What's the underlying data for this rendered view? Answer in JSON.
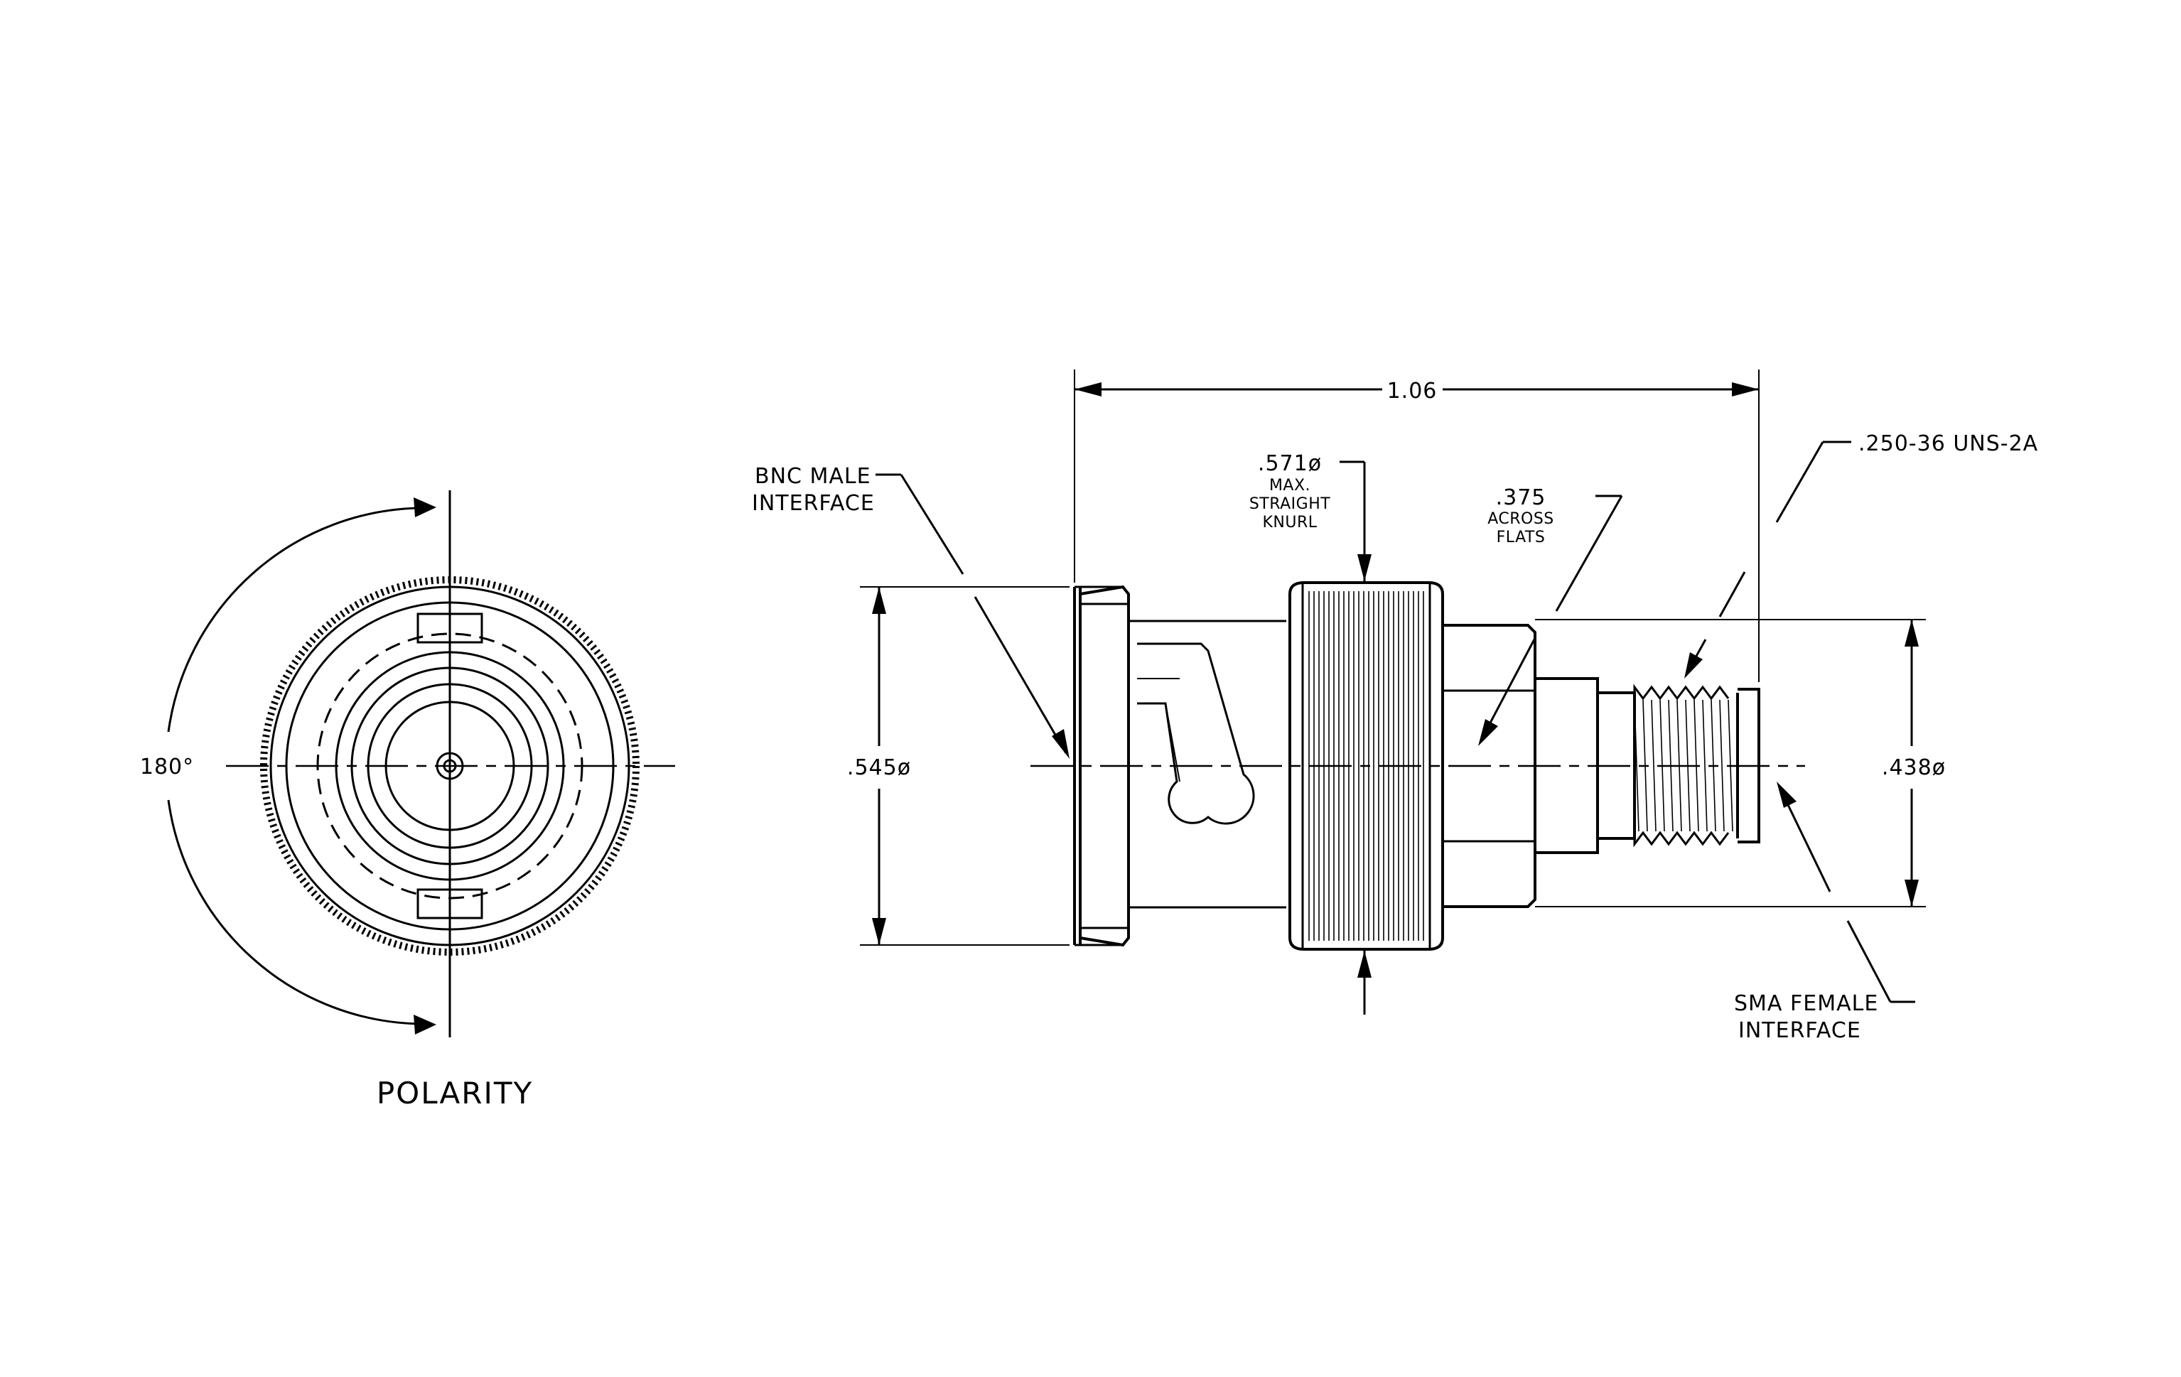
{
  "front_view": {
    "angle_label": "180°",
    "title": "POLARITY"
  },
  "side_view": {
    "overall_length": "1.06",
    "bnc_label_line1": "BNC MALE",
    "bnc_label_line2": "INTERFACE",
    "knurl_dim": ".571ø",
    "knurl_note_line1": "MAX.",
    "knurl_note_line2": "STRAIGHT",
    "knurl_note_line3": "KNURL",
    "flats_dim": ".375",
    "flats_note_line1": "ACROSS",
    "flats_note_line2": "FLATS",
    "thread_spec": ".250-36 UNS-2A",
    "left_dia": ".545ø",
    "right_dia": ".438ø",
    "sma_label_line1": "SMA FEMALE",
    "sma_label_line2": "INTERFACE"
  }
}
